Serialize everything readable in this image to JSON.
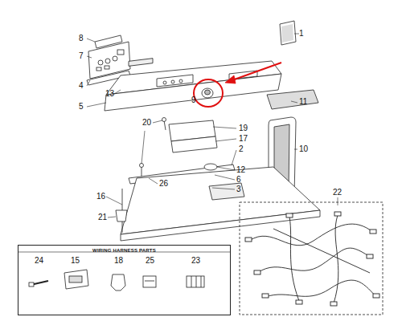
{
  "diagram": {
    "nodes": [
      {
        "text": [
          "WIRING HARNESS PARTS"
        ]
      }
    ],
    "labels": [
      "8",
      "1",
      "7",
      "4",
      "13",
      "5",
      "9",
      "11",
      "10",
      "20",
      "19",
      "17",
      "2",
      "12",
      "6",
      "3",
      "26",
      "16",
      "21",
      "22",
      "24",
      "15",
      "18",
      "25",
      "23"
    ]
  }
}
